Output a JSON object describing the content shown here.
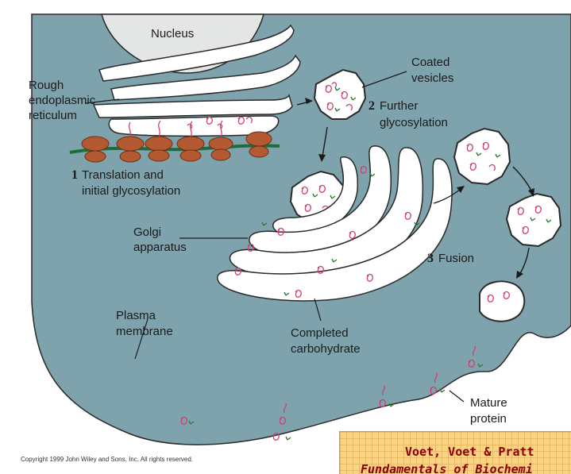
{
  "labels": {
    "nucleus": "Nucleus",
    "rer_1": "Rough",
    "rer_2": "endoplasmic",
    "rer_3": "reticulum",
    "coated_1": "Coated",
    "coated_2": "vesicles",
    "step2_num": "2",
    "step2_1": "Further",
    "step2_2": "glycosylation",
    "step1_num": "1",
    "step1_1": "Translation and",
    "step1_2": "initial glycosylation",
    "golgi_1": "Golgi",
    "golgi_2": "apparatus",
    "step3_num": "3",
    "step3": "Fusion",
    "plasma_1": "Plasma",
    "plasma_2": "membrane",
    "completed_1": "Completed",
    "completed_2": "carbohydrate",
    "mature_1": "Mature",
    "mature_2": "protein"
  },
  "copyright": "Copyright 1999 John Wiley and Sons, Inc. All rights reserved.",
  "credit": {
    "line1": "Voet, Voet & Pratt",
    "line2": "Fundamentals of Biochemi"
  },
  "colors": {
    "cytoplasm": "#7ea3ad",
    "organelle": "#ffffff",
    "nucleus": "#e4e6e6",
    "ribosome": "#b35a33",
    "mrna": "#1e6e3c",
    "protein": "#d04070",
    "sugar": "#2e7d32"
  }
}
